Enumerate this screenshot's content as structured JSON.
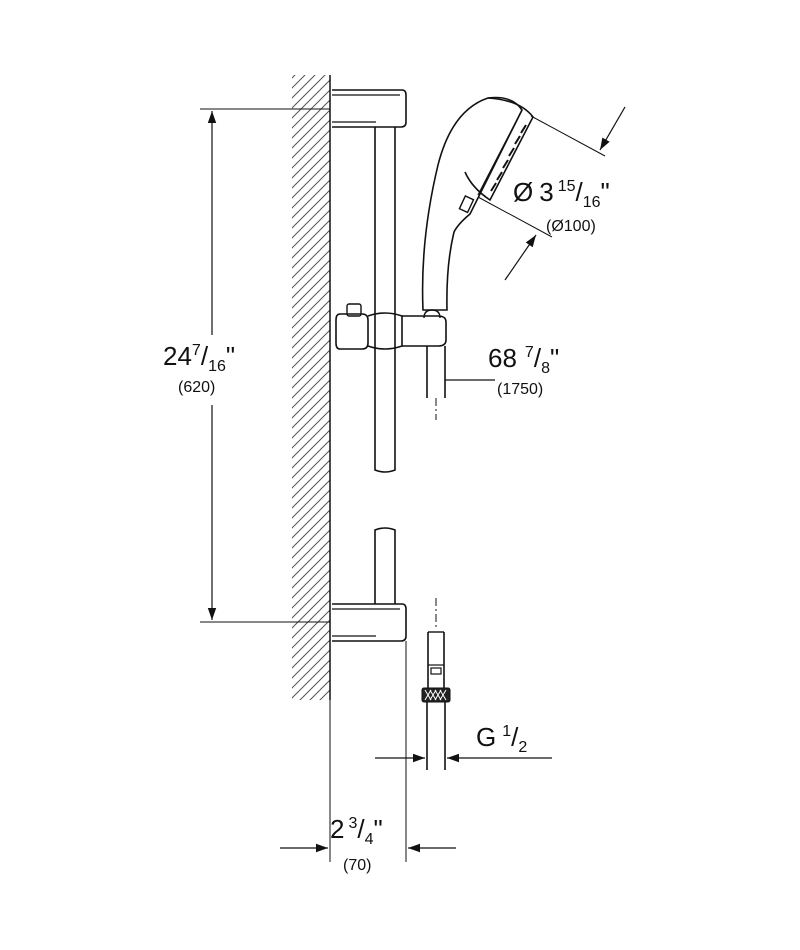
{
  "dimensions": {
    "height": {
      "whole": "24",
      "num": "7",
      "den": "16",
      "unit": "\"",
      "metric": "(620)"
    },
    "head_diameter": {
      "symbol": "Ø",
      "whole": "3",
      "num": "15",
      "den": "16",
      "unit": "\"",
      "metric": "(Ø100)"
    },
    "hose_length": {
      "whole": "68",
      "num": "7",
      "den": "8",
      "unit": "\"",
      "metric": "(1750)"
    },
    "connection": {
      "prefix": "G",
      "num": "1",
      "den": "2"
    },
    "projection": {
      "whole": "2",
      "num": "3",
      "den": "4",
      "unit": "\"",
      "metric": "(70)"
    }
  }
}
